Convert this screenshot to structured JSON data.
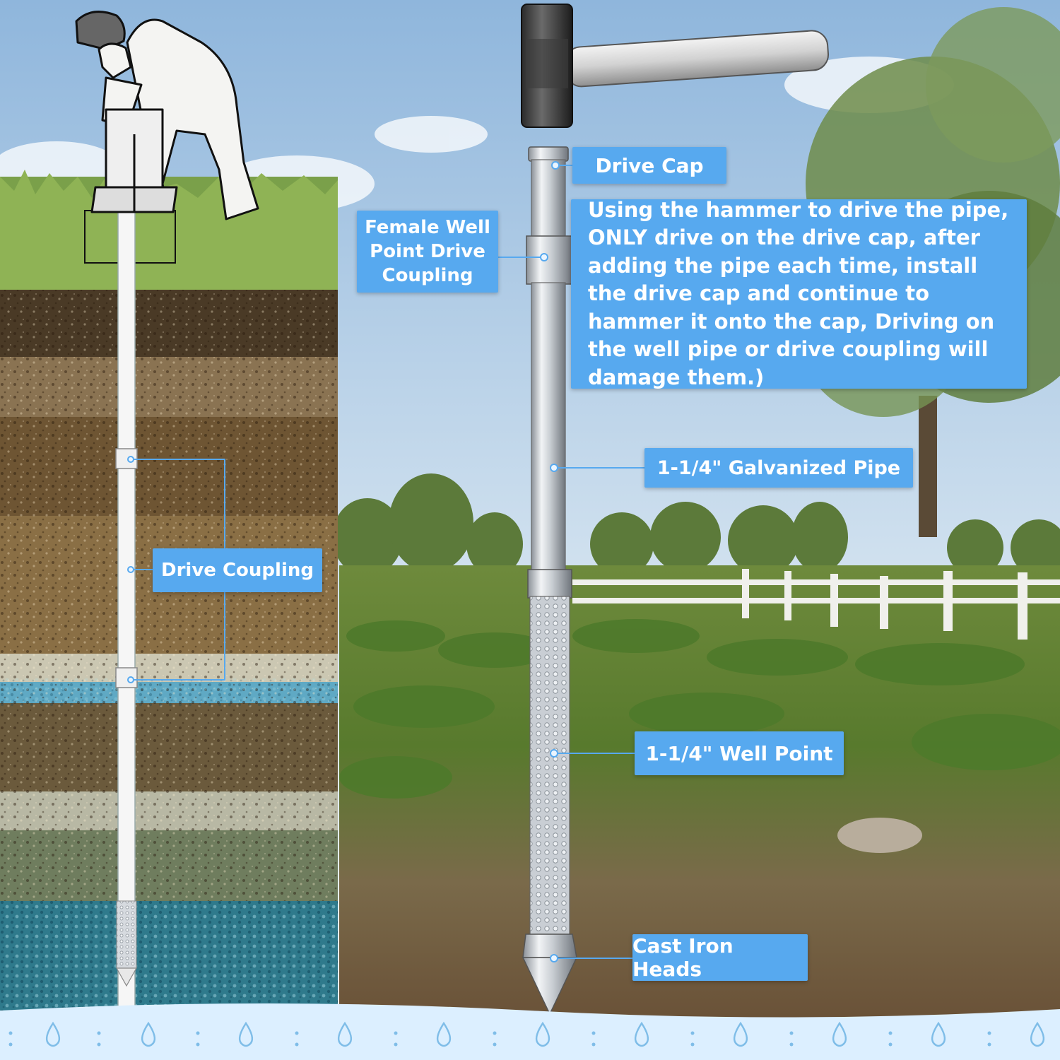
{
  "labels": {
    "drive_cap": "Drive Cap",
    "female_coupling": "Female Well Point Drive Coupling",
    "instruction": "Using the hammer to drive the pipe, ONLY drive on the drive cap, after adding the pipe each time, install the drive cap and continue to hammer it onto the cap, Driving on the well pipe or drive coupling will damage them.)",
    "galvanized_pipe": "1-1/4\" Galvanized Pipe",
    "drive_coupling": "Drive Coupling",
    "well_point": "1-1/4\" Well Point",
    "cast_iron_heads": "Cast Iron Heads"
  },
  "colors": {
    "label_bg": "#57a9ef",
    "label_text": "#ffffff",
    "water_band": "#dcefff",
    "droplet": "#7fbde8"
  },
  "icons": [
    "hammer-icon",
    "water-drop-icon",
    "worker-illustration"
  ]
}
